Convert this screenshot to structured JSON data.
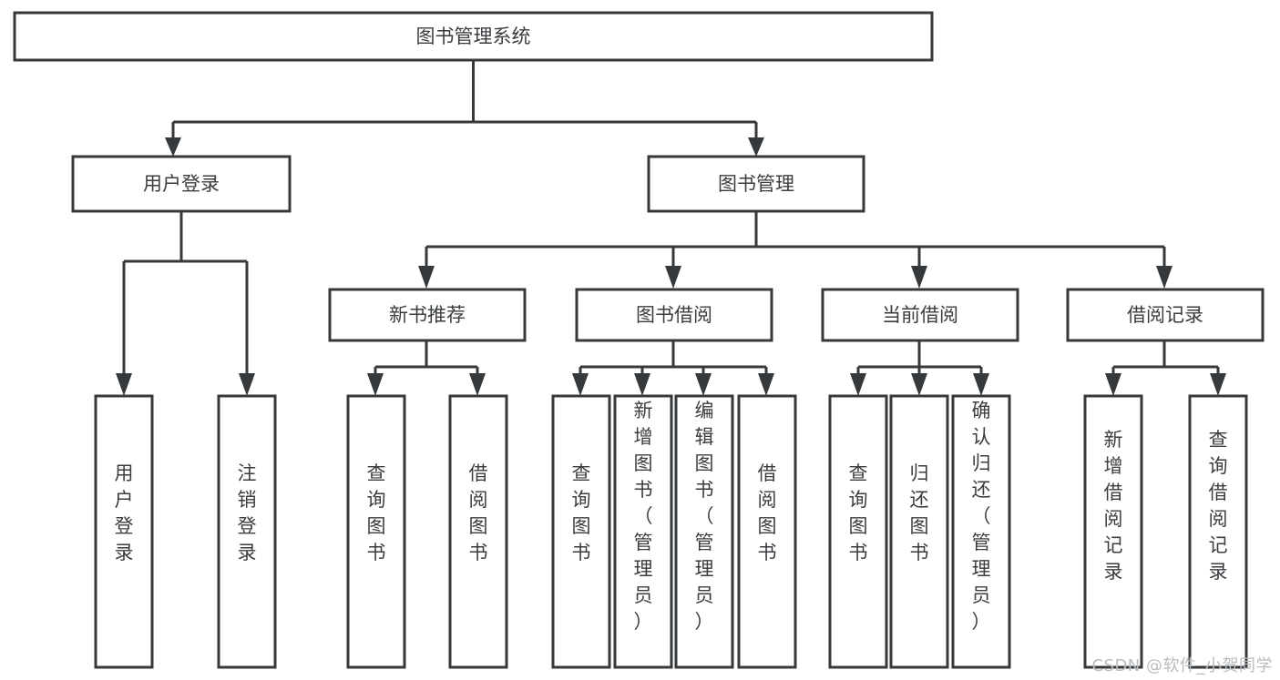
{
  "diagram": {
    "type": "tree-hierarchy",
    "title": "图书管理系统",
    "root": {
      "id": "root",
      "label": "图书管理系统",
      "orientation": "horizontal"
    },
    "level1": [
      {
        "id": "user-login",
        "label": "用户登录",
        "orientation": "horizontal"
      },
      {
        "id": "book-manage",
        "label": "图书管理",
        "orientation": "horizontal"
      }
    ],
    "level2": [
      {
        "id": "new-book-recommend",
        "label": "新书推荐",
        "parent": "book-manage",
        "orientation": "horizontal"
      },
      {
        "id": "book-borrow",
        "label": "图书借阅",
        "parent": "book-manage",
        "orientation": "horizontal"
      },
      {
        "id": "current-borrow",
        "label": "当前借阅",
        "parent": "book-manage",
        "orientation": "horizontal"
      },
      {
        "id": "borrow-record",
        "label": "借阅记录",
        "parent": "book-manage",
        "orientation": "horizontal"
      }
    ],
    "leaves": [
      {
        "id": "leaf-user-login",
        "label": "用户登录",
        "parent": "user-login",
        "orientation": "vertical"
      },
      {
        "id": "leaf-user-logout",
        "label": "注销登录",
        "parent": "user-login",
        "orientation": "vertical"
      },
      {
        "id": "leaf-query-book-1",
        "label": "查询图书",
        "parent": "new-book-recommend",
        "orientation": "vertical"
      },
      {
        "id": "leaf-borrow-book-1",
        "label": "借阅图书",
        "parent": "new-book-recommend",
        "orientation": "vertical"
      },
      {
        "id": "leaf-query-book-2",
        "label": "查询图书",
        "parent": "book-borrow",
        "orientation": "vertical"
      },
      {
        "id": "leaf-add-book",
        "label": "新增图书（管理员）",
        "parent": "book-borrow",
        "orientation": "vertical"
      },
      {
        "id": "leaf-edit-book",
        "label": "编辑图书（管理员）",
        "parent": "book-borrow",
        "orientation": "vertical"
      },
      {
        "id": "leaf-borrow-book-2",
        "label": "借阅图书",
        "parent": "book-borrow",
        "orientation": "vertical"
      },
      {
        "id": "leaf-query-book-3",
        "label": "查询图书",
        "parent": "current-borrow",
        "orientation": "vertical"
      },
      {
        "id": "leaf-return-book",
        "label": "归还图书",
        "parent": "current-borrow",
        "orientation": "vertical"
      },
      {
        "id": "leaf-confirm-return",
        "label": "确认归还（管理员）",
        "parent": "current-borrow",
        "orientation": "vertical"
      },
      {
        "id": "leaf-add-record",
        "label": "新增借阅记录",
        "parent": "borrow-record",
        "orientation": "vertical"
      },
      {
        "id": "leaf-query-record",
        "label": "查询借阅记录",
        "parent": "borrow-record",
        "orientation": "vertical"
      }
    ],
    "colors": {
      "stroke": "#36393b",
      "fill": "#ffffff",
      "text": "#3a3d40",
      "watermark": "#b9bcbf",
      "background": "#ffffff"
    }
  },
  "watermark": {
    "text": "CSDN @软件_小贺同学"
  }
}
